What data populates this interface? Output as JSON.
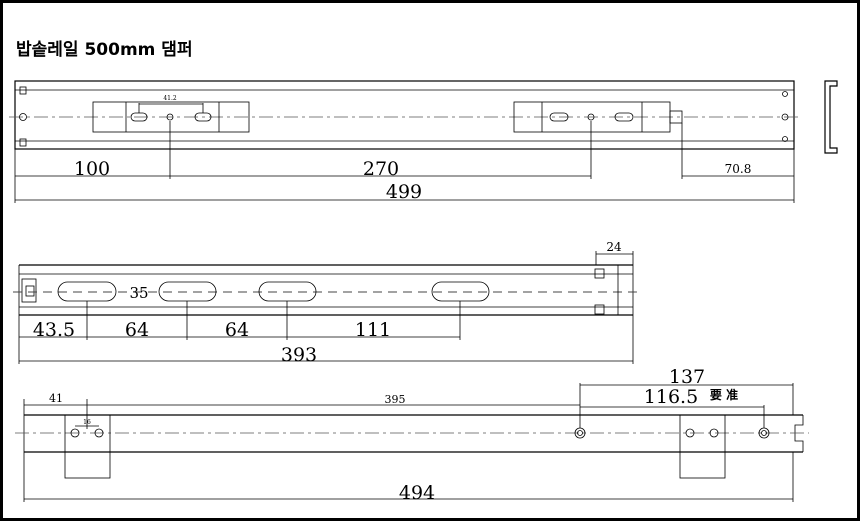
{
  "title": "밥솥레일 500mm 댐퍼",
  "view1": {
    "small_dim": "41.2",
    "dims": [
      "100",
      "270",
      "70.8",
      "499"
    ]
  },
  "view2": {
    "dims": [
      "24",
      "35",
      "43.5",
      "64",
      "64",
      "111",
      "393"
    ]
  },
  "view3": {
    "dims": [
      "41",
      "16",
      "395",
      "137",
      "116.5",
      "494"
    ],
    "note": "要 准"
  }
}
